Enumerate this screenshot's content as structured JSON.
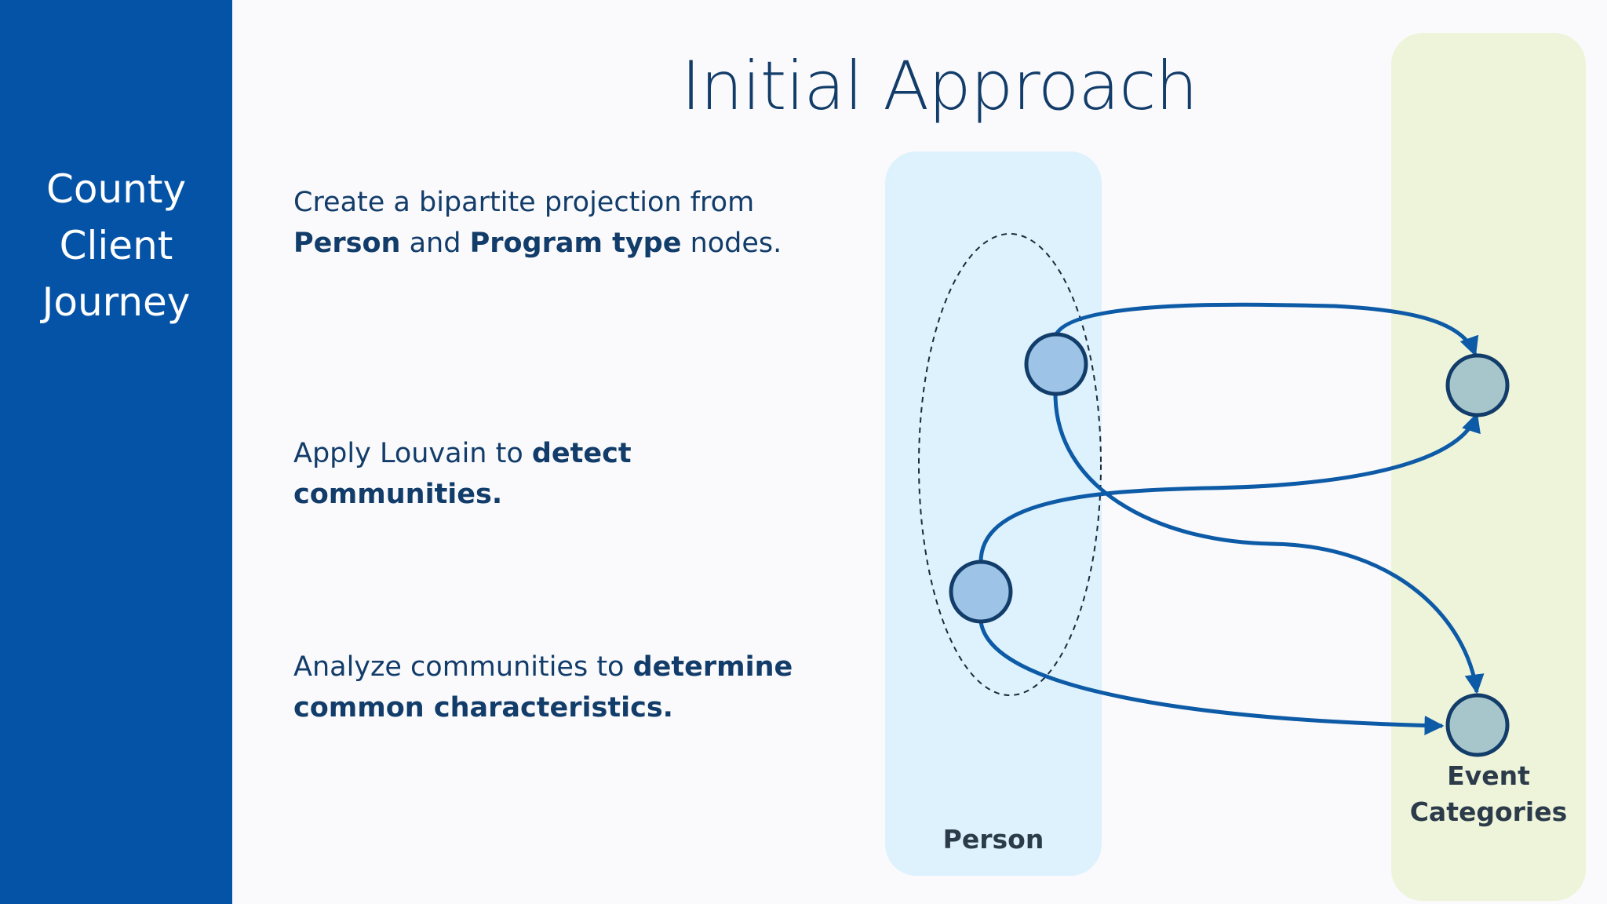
{
  "sidebar": {
    "title_lines": [
      "County",
      "Client",
      "Journey"
    ]
  },
  "page": {
    "title": "Initial Approach"
  },
  "steps": [
    {
      "pre": "Create a bipartite projection from ",
      "b1": "Person",
      "mid": " and ",
      "b2": "Program type",
      "post": " nodes."
    },
    {
      "pre": "Apply Louvain to ",
      "b1": "detect communities."
    },
    {
      "pre": "Analyze communities to ",
      "b1": "determine common characteristics."
    }
  ],
  "diagram": {
    "person_label": "Person",
    "event_label_lines": [
      "Event",
      "Categories"
    ],
    "colors": {
      "person_panel": "#ddf2fc",
      "event_panel": "#eef4da",
      "edge": "#0d5aa6",
      "person_node": "#9dc3e6",
      "event_node": "#a7c6cb",
      "node_stroke": "#123c69"
    }
  }
}
